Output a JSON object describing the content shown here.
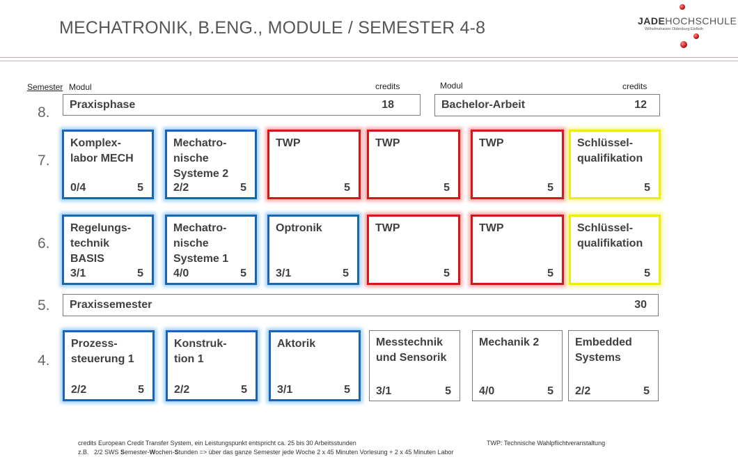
{
  "title": "MECHATRONIK, B.ENG., MODULE / SEMESTER 4-8",
  "logo": {
    "jade": "JADE",
    "hochschule": "HOCHSCHULE",
    "sub": "Wilhelmshaven Oldenburg Elsfleth"
  },
  "headers": {
    "semester": "Semester",
    "modul_left": "Modul",
    "credits_left": "credits",
    "modul_right": "Modul",
    "credits_right": "credits"
  },
  "semesters": [
    "8.",
    "7.",
    "6.",
    "5.",
    "4."
  ],
  "sem8": {
    "praxisphase": {
      "name": "Praxisphase",
      "credits": "18"
    },
    "bachelor": {
      "name": "Bachelor-Arbeit",
      "credits": "12"
    }
  },
  "sem7": [
    {
      "name": "Komplex-\nlabor MECH",
      "sws": "0/4",
      "credits": "5",
      "color": "#1a64b4"
    },
    {
      "name": "Mechatro-\nnische\nSysteme 2",
      "sws": "2/2",
      "credits": "5",
      "color": "#1a64b4"
    },
    {
      "name": "TWP",
      "sws": "",
      "credits": "5",
      "color": "#d01818"
    },
    {
      "name": "TWP",
      "sws": "",
      "credits": "5",
      "color": "#d01818"
    },
    {
      "name": "TWP",
      "sws": "",
      "credits": "5",
      "color": "#d01818"
    },
    {
      "name": "Schlüssel-\nqualifikation",
      "sws": "",
      "credits": "5",
      "color": "#ecec10"
    }
  ],
  "sem6": [
    {
      "name": "Regelungs-\ntechnik\nBASIS",
      "sws": "3/1",
      "credits": "5",
      "color": "#1a64b4"
    },
    {
      "name": "Mechatro-\nnische\nSysteme 1",
      "sws": "4/0",
      "credits": "5",
      "color": "#1a64b4"
    },
    {
      "name": "Optronik",
      "sws": "3/1",
      "credits": "5",
      "color": "#1a64b4"
    },
    {
      "name": "TWP",
      "sws": "",
      "credits": "5",
      "color": "#d01818"
    },
    {
      "name": "TWP",
      "sws": "",
      "credits": "5",
      "color": "#d01818"
    },
    {
      "name": "Schlüssel-\nqualifikation",
      "sws": "",
      "credits": "5",
      "color": "#ecec10"
    }
  ],
  "sem5": {
    "name": "Praxissemester",
    "credits": "30"
  },
  "sem4": [
    {
      "name": "Prozess-\nsteuerung 1",
      "sws": "2/2",
      "credits": "5",
      "color": "#1a64b4"
    },
    {
      "name": "Konstruk-\ntion 1",
      "sws": "2/2",
      "credits": "5",
      "color": "#1a64b4"
    },
    {
      "name": "Aktorik",
      "sws": "3/1",
      "credits": "5",
      "color": "#1a64b4"
    },
    {
      "name": "Messtechnik\nund Sensorik",
      "sws": "3/1",
      "credits": "5",
      "color": ""
    },
    {
      "name": "Mechanik 2",
      "sws": "4/0",
      "credits": "5",
      "color": ""
    },
    {
      "name": "Embedded\nSystems",
      "sws": "2/2",
      "credits": "5",
      "color": ""
    }
  ],
  "footer": {
    "line1": "credits European Credit Transfer System, ein Leistungspunkt entspricht ca. 25 bis 30 Arbeitsstunden",
    "twp": "TWP: Technische Wahlpflichtveranstaltung",
    "line2_prefix": "z.B.   2/2 SWS ",
    "line2_s": "S",
    "line2_emester": "emester-",
    "line2_w": "W",
    "line2_ochen": "ochen-",
    "line2_s2": "S",
    "line2_tunden": "tunden",
    "line2_rest": " => über das ganze Semester jede Woche 2 x 45 Minuten Vorlesung + 2 x 45 Minuten Labor"
  }
}
